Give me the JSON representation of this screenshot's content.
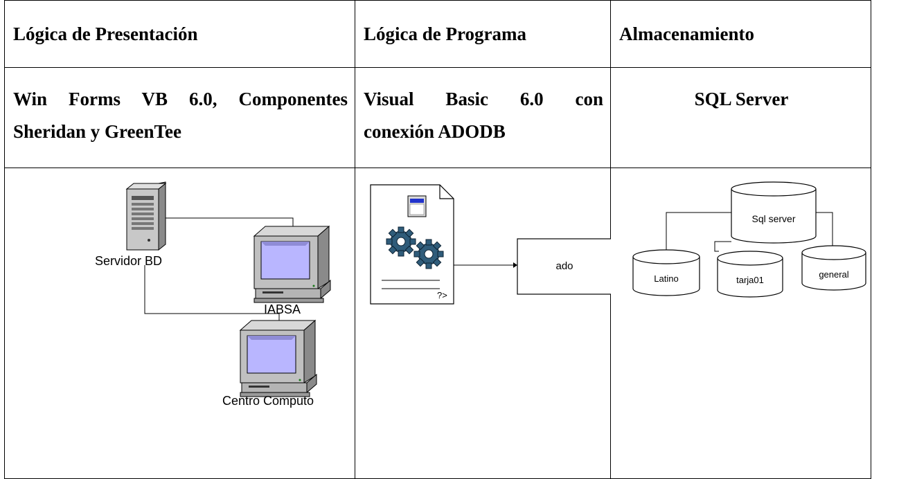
{
  "headers": {
    "presentation": "Lógica de Presentación",
    "program": "Lógica de Programa",
    "storage": "Almacenamiento"
  },
  "technologies": {
    "presentation_line1": "Win Forms VB 6.0, Componentes",
    "presentation_line2": "Sheridan y GreenTee",
    "program_line1": "Visual Basic 6.0 con",
    "program_line2": "conexión ADODB",
    "storage": "SQL Server"
  },
  "presentation_diagram": {
    "server_label": "Servidor BD",
    "client1_label": "IABSA",
    "client2_label": "Centro Computo"
  },
  "program_diagram": {
    "file_footer": "?>",
    "connector_label": "ado"
  },
  "storage_diagram": {
    "root_db": "Sql server",
    "db1": "Latino",
    "db2": "tarja01",
    "db3": "general"
  },
  "colors": {
    "border": "#000000",
    "screen": "#b9b6ff",
    "computer_body": "#c0c0c0",
    "gear": "#2f5c7a"
  }
}
